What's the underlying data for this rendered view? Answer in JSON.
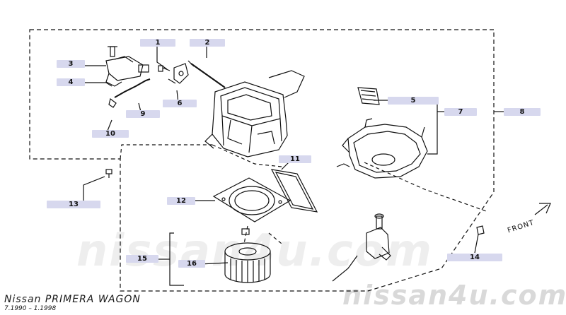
{
  "diagram": {
    "callouts": [
      "1",
      "2",
      "3",
      "4",
      "5",
      "6",
      "7",
      "8",
      "9",
      "10",
      "11",
      "12",
      "13",
      "14",
      "15",
      "16"
    ],
    "direction_label": "FRONT"
  },
  "footer": {
    "model": "Nissan PRIMERA WAGON",
    "dates": "7.1990  –  1.1998"
  },
  "watermark": {
    "center": "nissan4u.com",
    "bottom": "nissan4u.com"
  }
}
